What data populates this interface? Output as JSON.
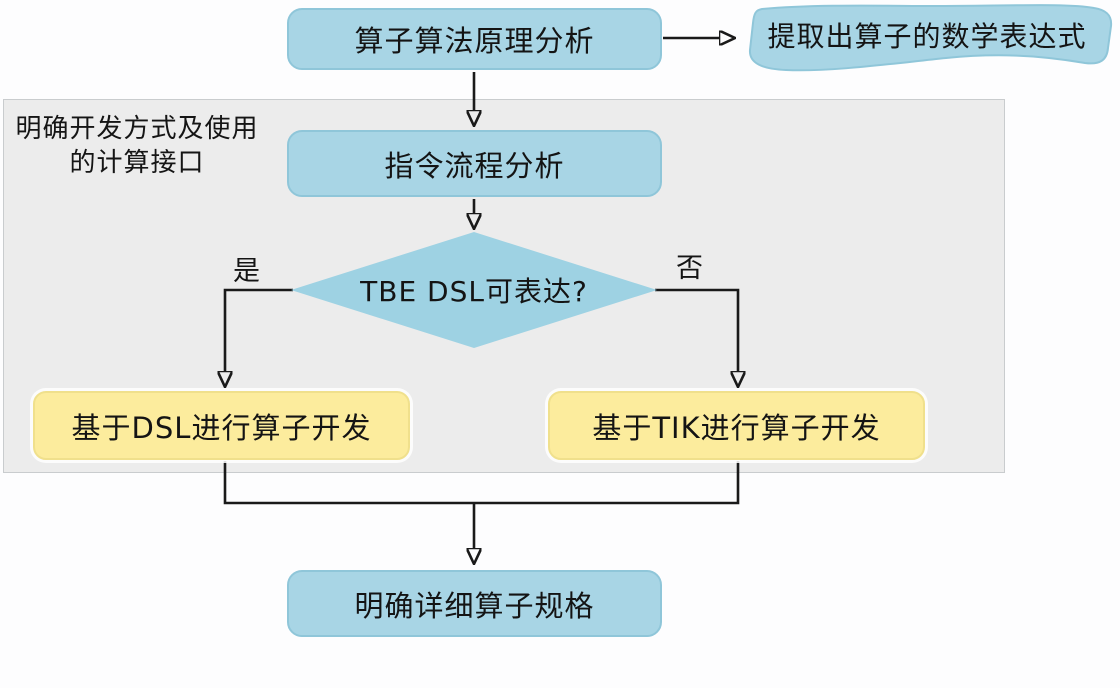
{
  "diagram": {
    "title_hint": "TBE operator development flowchart",
    "nodes": {
      "analysis": {
        "label": "算子算法原理分析",
        "shape": "rounded-rect",
        "color": "#a8d5e5"
      },
      "extract": {
        "label": "提取出算子的数学表达式",
        "shape": "wave-flag",
        "color": "#a8d5e5"
      },
      "instruction": {
        "label": "指令流程分析",
        "shape": "rounded-rect",
        "color": "#a8d5e5"
      },
      "decision": {
        "label": "TBE DSL可表达?",
        "shape": "diamond",
        "color": "#9ed2e3"
      },
      "dsl": {
        "label": "基于DSL进行算子开发",
        "shape": "rounded-rect",
        "color": "#fcec9d"
      },
      "tik": {
        "label": "基于TIK进行算子开发",
        "shape": "rounded-rect",
        "color": "#fcec9d"
      },
      "spec": {
        "label": "明确详细算子规格",
        "shape": "rounded-rect",
        "color": "#a8d5e5"
      }
    },
    "container": {
      "label": "明确开发方式及使用的计算接口",
      "color": "#ececec"
    },
    "branch_labels": {
      "yes": "是",
      "no": "否"
    },
    "edges": [
      {
        "from": "analysis",
        "to": "extract"
      },
      {
        "from": "analysis",
        "to": "instruction"
      },
      {
        "from": "instruction",
        "to": "decision"
      },
      {
        "from": "decision",
        "to": "dsl",
        "label": "是"
      },
      {
        "from": "decision",
        "to": "tik",
        "label": "否"
      },
      {
        "from": "dsl",
        "to": "spec"
      },
      {
        "from": "tik",
        "to": "spec"
      }
    ],
    "colors": {
      "node_blue": "#a8d5e5",
      "node_blue_border": "#8fc6d9",
      "diamond_blue": "#9ed2e3",
      "node_yellow": "#fcec9d",
      "container_gray": "#ececec",
      "line": "#1a1a1a",
      "background": "#fdfdfe"
    }
  }
}
